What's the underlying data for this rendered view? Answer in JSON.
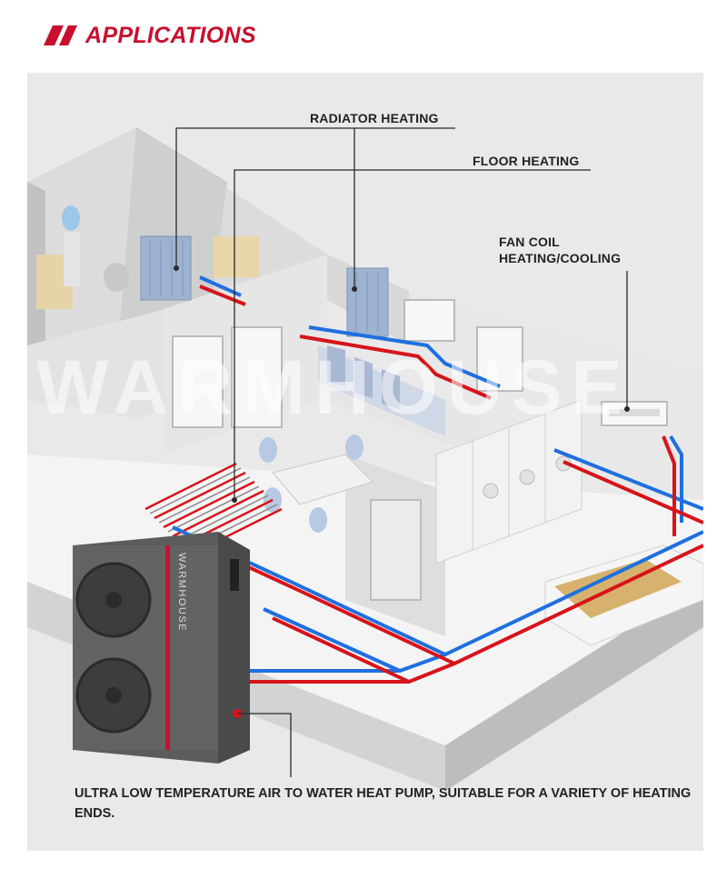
{
  "header": {
    "title": "APPLICATIONS",
    "accent_color": "#c8102e",
    "icon": "double-slash-icon"
  },
  "labels": {
    "radiator": "RADIATOR HEATING",
    "floor": "FLOOR HEATING",
    "fancoil_line1": "FAN COIL",
    "fancoil_line2": "HEATING/COOLING"
  },
  "caption": {
    "text": "ULTRA LOW TEMPERATURE AIR TO WATER HEAT PUMP, SUITABLE FOR A VARIETY OF HEATING ENDS."
  },
  "heat_pump": {
    "brand": "WARMHOUSE"
  },
  "watermark": "WARMHOUSE",
  "pipes": {
    "hot_color": "#d7141a",
    "cold_color": "#1f6fe0"
  }
}
